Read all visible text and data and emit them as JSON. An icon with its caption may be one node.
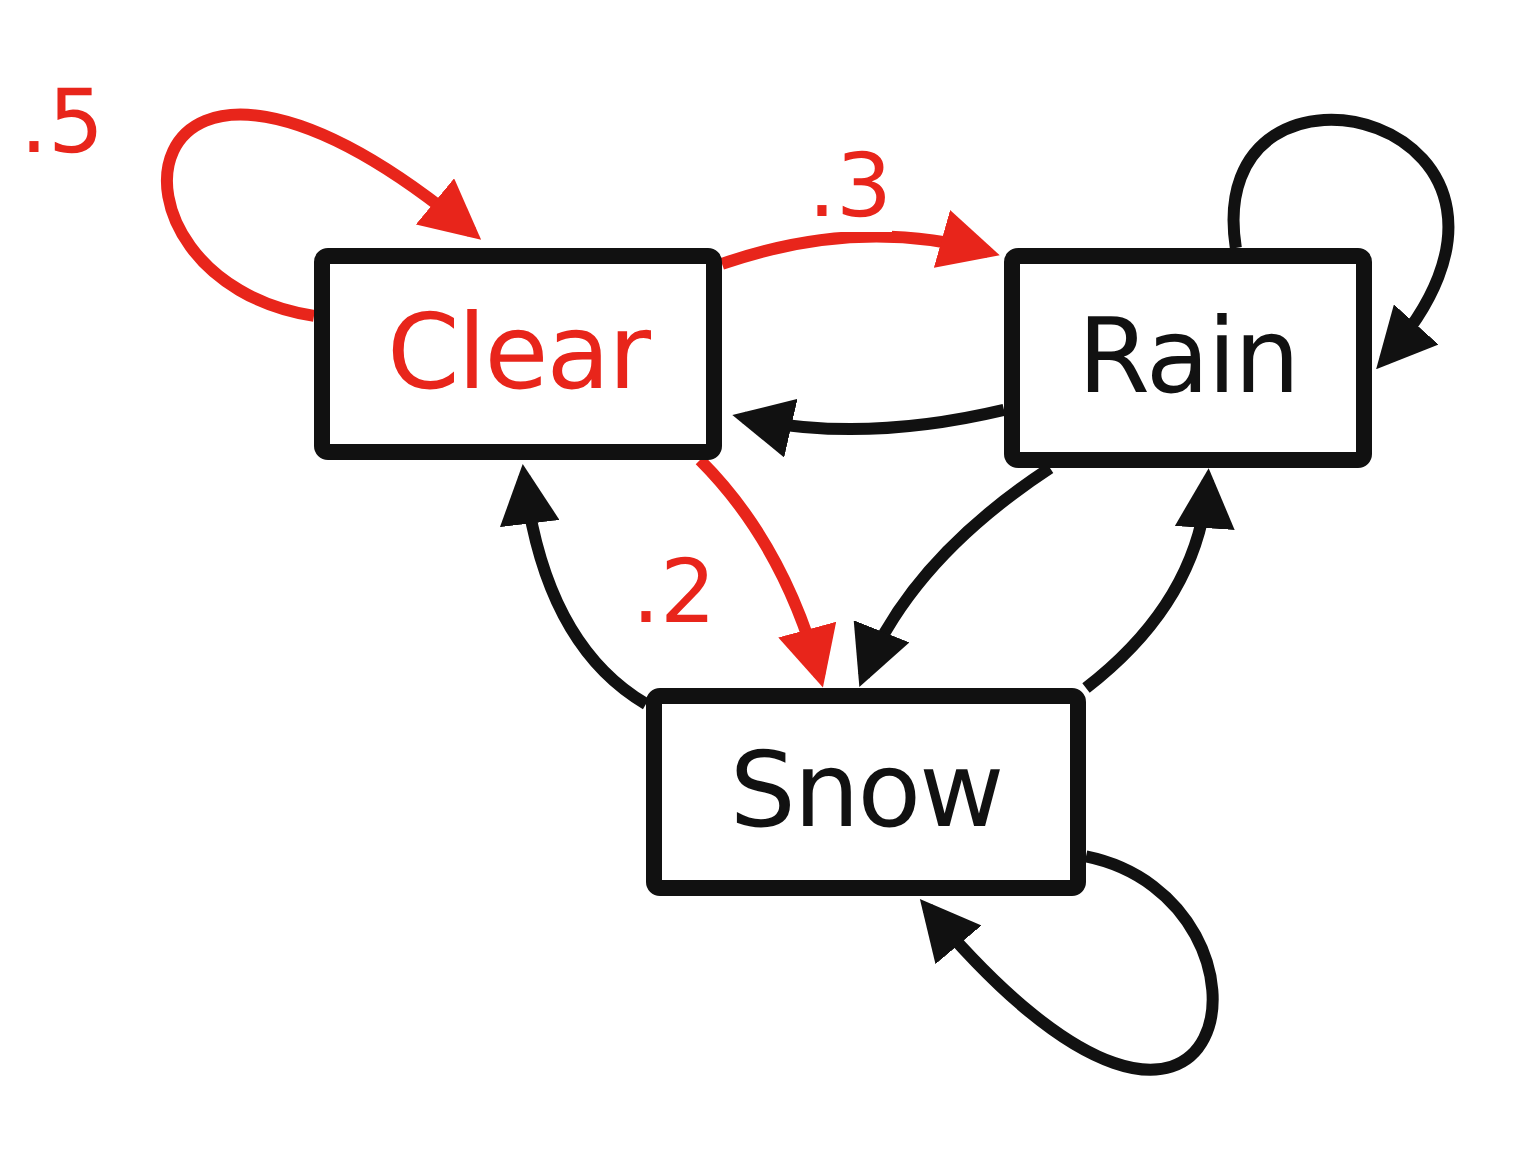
{
  "diagram": {
    "nodes": [
      {
        "text": [
          "Clear"
        ]
      },
      {
        "text": [
          "Rain"
        ]
      },
      {
        "text": [
          "Snow"
        ]
      }
    ],
    "edges": [
      {
        "from": 0,
        "to": 0,
        "arrow": "to",
        "label": ".5",
        "color": "#e8251b"
      },
      {
        "from": 0,
        "to": 1,
        "arrow": "to",
        "label": ".3",
        "color": "#e8251b"
      },
      {
        "from": 1,
        "to": 0,
        "arrow": "to"
      },
      {
        "from": 0,
        "to": 2,
        "arrow": "to",
        "label": ".2",
        "color": "#e8251b"
      },
      {
        "from": 1,
        "to": 2,
        "arrow": "to"
      },
      {
        "from": 2,
        "to": 0,
        "arrow": "to"
      },
      {
        "from": 2,
        "to": 1,
        "arrow": "to"
      },
      {
        "from": 1,
        "to": 1,
        "arrow": "to"
      },
      {
        "from": 2,
        "to": 2,
        "arrow": "to"
      }
    ]
  }
}
